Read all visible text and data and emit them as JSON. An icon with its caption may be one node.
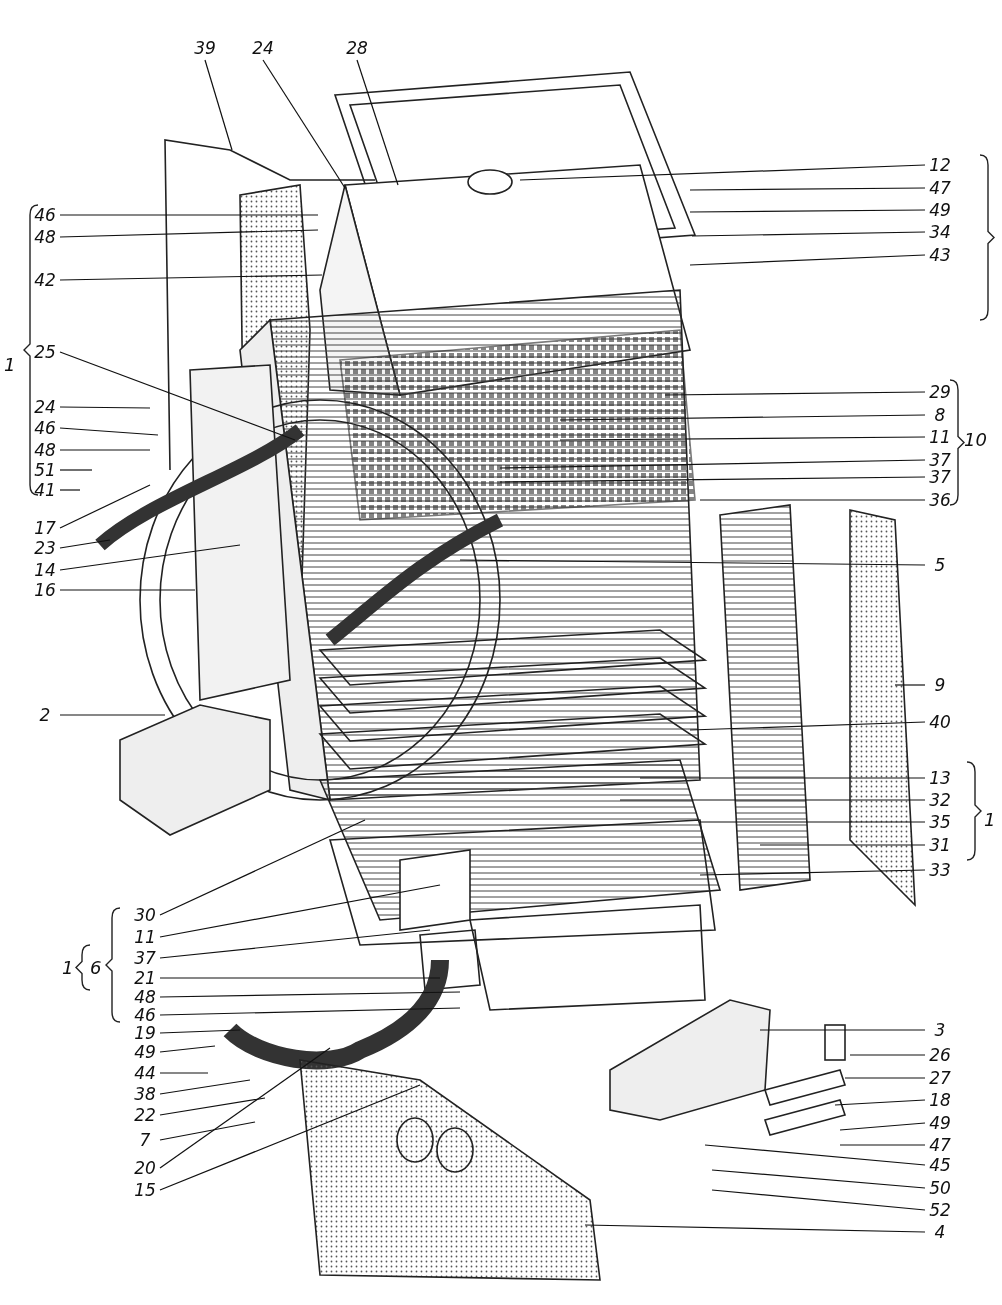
{
  "diagram": {
    "nodes": [
      {
        "text": [
          "39"
        ]
      },
      {
        "text": [
          "24"
        ]
      },
      {
        "text": [
          "28"
        ]
      },
      {
        "text": [
          "46"
        ]
      },
      {
        "text": [
          "48"
        ]
      },
      {
        "text": [
          "42"
        ]
      },
      {
        "text": [
          "25"
        ]
      },
      {
        "text": [
          "24"
        ]
      },
      {
        "text": [
          "46"
        ]
      },
      {
        "text": [
          "48"
        ]
      },
      {
        "text": [
          "51"
        ]
      },
      {
        "text": [
          "41"
        ]
      },
      {
        "text": [
          "17"
        ]
      },
      {
        "text": [
          "23"
        ]
      },
      {
        "text": [
          "14"
        ]
      },
      {
        "text": [
          "16"
        ]
      },
      {
        "text": [
          "2"
        ]
      },
      {
        "text": [
          "30"
        ]
      },
      {
        "text": [
          "11"
        ]
      },
      {
        "text": [
          "37"
        ]
      },
      {
        "text": [
          "21"
        ]
      },
      {
        "text": [
          "48"
        ]
      },
      {
        "text": [
          "46"
        ]
      },
      {
        "text": [
          "19"
        ]
      },
      {
        "text": [
          "49"
        ]
      },
      {
        "text": [
          "44"
        ]
      },
      {
        "text": [
          "38"
        ]
      },
      {
        "text": [
          "22"
        ]
      },
      {
        "text": [
          "7"
        ]
      },
      {
        "text": [
          "20"
        ]
      },
      {
        "text": [
          "15"
        ]
      },
      {
        "text": [
          "12"
        ]
      },
      {
        "text": [
          "47"
        ]
      },
      {
        "text": [
          "49"
        ]
      },
      {
        "text": [
          "34"
        ]
      },
      {
        "text": [
          "43"
        ]
      },
      {
        "text": [
          "29"
        ]
      },
      {
        "text": [
          "8"
        ]
      },
      {
        "text": [
          "11"
        ]
      },
      {
        "text": [
          "37"
        ]
      },
      {
        "text": [
          "37"
        ]
      },
      {
        "text": [
          "36"
        ]
      },
      {
        "text": [
          "5"
        ]
      },
      {
        "text": [
          "9"
        ]
      },
      {
        "text": [
          "40"
        ]
      },
      {
        "text": [
          "13"
        ]
      },
      {
        "text": [
          "32"
        ]
      },
      {
        "text": [
          "35"
        ]
      },
      {
        "text": [
          "31"
        ]
      },
      {
        "text": [
          "33"
        ]
      },
      {
        "text": [
          "3"
        ]
      },
      {
        "text": [
          "26"
        ]
      },
      {
        "text": [
          "27"
        ]
      },
      {
        "text": [
          "18"
        ]
      },
      {
        "text": [
          "49"
        ]
      },
      {
        "text": [
          "47"
        ]
      },
      {
        "text": [
          "45"
        ]
      },
      {
        "text": [
          "50"
        ]
      },
      {
        "text": [
          "52"
        ]
      },
      {
        "text": [
          "4"
        ]
      }
    ],
    "edges": [
      {
        "from": 0,
        "to": null,
        "arrow": "none"
      },
      {
        "from": 1,
        "to": null,
        "arrow": "none"
      },
      {
        "from": 2,
        "to": null,
        "arrow": "none"
      },
      {
        "from": 3,
        "to": null,
        "arrow": "none"
      },
      {
        "from": 4,
        "to": null,
        "arrow": "none"
      },
      {
        "from": 5,
        "to": null,
        "arrow": "none"
      },
      {
        "from": 6,
        "to": null,
        "arrow": "none"
      },
      {
        "from": 7,
        "to": null,
        "arrow": "none"
      },
      {
        "from": 8,
        "to": null,
        "arrow": "none"
      },
      {
        "from": 9,
        "to": null,
        "arrow": "none"
      },
      {
        "from": 10,
        "to": null,
        "arrow": "none"
      },
      {
        "from": 11,
        "to": null,
        "arrow": "none"
      },
      {
        "from": 12,
        "to": null,
        "arrow": "none"
      },
      {
        "from": 13,
        "to": null,
        "arrow": "none"
      },
      {
        "from": 14,
        "to": null,
        "arrow": "none"
      },
      {
        "from": 15,
        "to": null,
        "arrow": "none"
      },
      {
        "from": 16,
        "to": null,
        "arrow": "none"
      },
      {
        "from": 17,
        "to": null,
        "arrow": "none"
      },
      {
        "from": 18,
        "to": null,
        "arrow": "none"
      },
      {
        "from": 19,
        "to": null,
        "arrow": "none"
      },
      {
        "from": 20,
        "to": null,
        "arrow": "none"
      },
      {
        "from": 21,
        "to": null,
        "arrow": "none"
      },
      {
        "from": 22,
        "to": null,
        "arrow": "none"
      },
      {
        "from": 23,
        "to": null,
        "arrow": "none"
      },
      {
        "from": 24,
        "to": null,
        "arrow": "none"
      },
      {
        "from": 25,
        "to": null,
        "arrow": "none"
      },
      {
        "from": 26,
        "to": null,
        "arrow": "none"
      },
      {
        "from": 27,
        "to": null,
        "arrow": "none"
      },
      {
        "from": 28,
        "to": null,
        "arrow": "none"
      },
      {
        "from": 29,
        "to": null,
        "arrow": "none"
      },
      {
        "from": 30,
        "to": null,
        "arrow": "none"
      },
      {
        "from": 31,
        "to": null,
        "arrow": "none"
      },
      {
        "from": 32,
        "to": null,
        "arrow": "none"
      },
      {
        "from": 33,
        "to": null,
        "arrow": "none"
      },
      {
        "from": 34,
        "to": null,
        "arrow": "none"
      },
      {
        "from": 35,
        "to": null,
        "arrow": "none"
      },
      {
        "from": 36,
        "to": null,
        "arrow": "none"
      },
      {
        "from": 37,
        "to": null,
        "arrow": "none"
      },
      {
        "from": 38,
        "to": null,
        "arrow": "none"
      },
      {
        "from": 39,
        "to": null,
        "arrow": "none"
      },
      {
        "from": 40,
        "to": null,
        "arrow": "none"
      },
      {
        "from": 41,
        "to": null,
        "arrow": "none"
      },
      {
        "from": 42,
        "to": null,
        "arrow": "none"
      },
      {
        "from": 43,
        "to": null,
        "arrow": "none"
      },
      {
        "from": 44,
        "to": null,
        "arrow": "none"
      },
      {
        "from": 45,
        "to": null,
        "arrow": "none"
      },
      {
        "from": 46,
        "to": null,
        "arrow": "none"
      },
      {
        "from": 47,
        "to": null,
        "arrow": "none"
      },
      {
        "from": 48,
        "to": null,
        "arrow": "none"
      },
      {
        "from": 49,
        "to": null,
        "arrow": "none"
      },
      {
        "from": 50,
        "to": null,
        "arrow": "none"
      },
      {
        "from": 51,
        "to": null,
        "arrow": "none"
      },
      {
        "from": 52,
        "to": null,
        "arrow": "none"
      },
      {
        "from": 53,
        "to": null,
        "arrow": "none"
      },
      {
        "from": 54,
        "to": null,
        "arrow": "none"
      },
      {
        "from": 55,
        "to": null,
        "arrow": "none"
      },
      {
        "from": 56,
        "to": null,
        "arrow": "none"
      },
      {
        "from": 57,
        "to": null,
        "arrow": "none"
      },
      {
        "from": 58,
        "to": null,
        "arrow": "none"
      },
      {
        "from": 59,
        "to": null,
        "arrow": "none"
      }
    ],
    "labels": [
      "1",
      "10",
      "1",
      "1",
      "6"
    ]
  }
}
